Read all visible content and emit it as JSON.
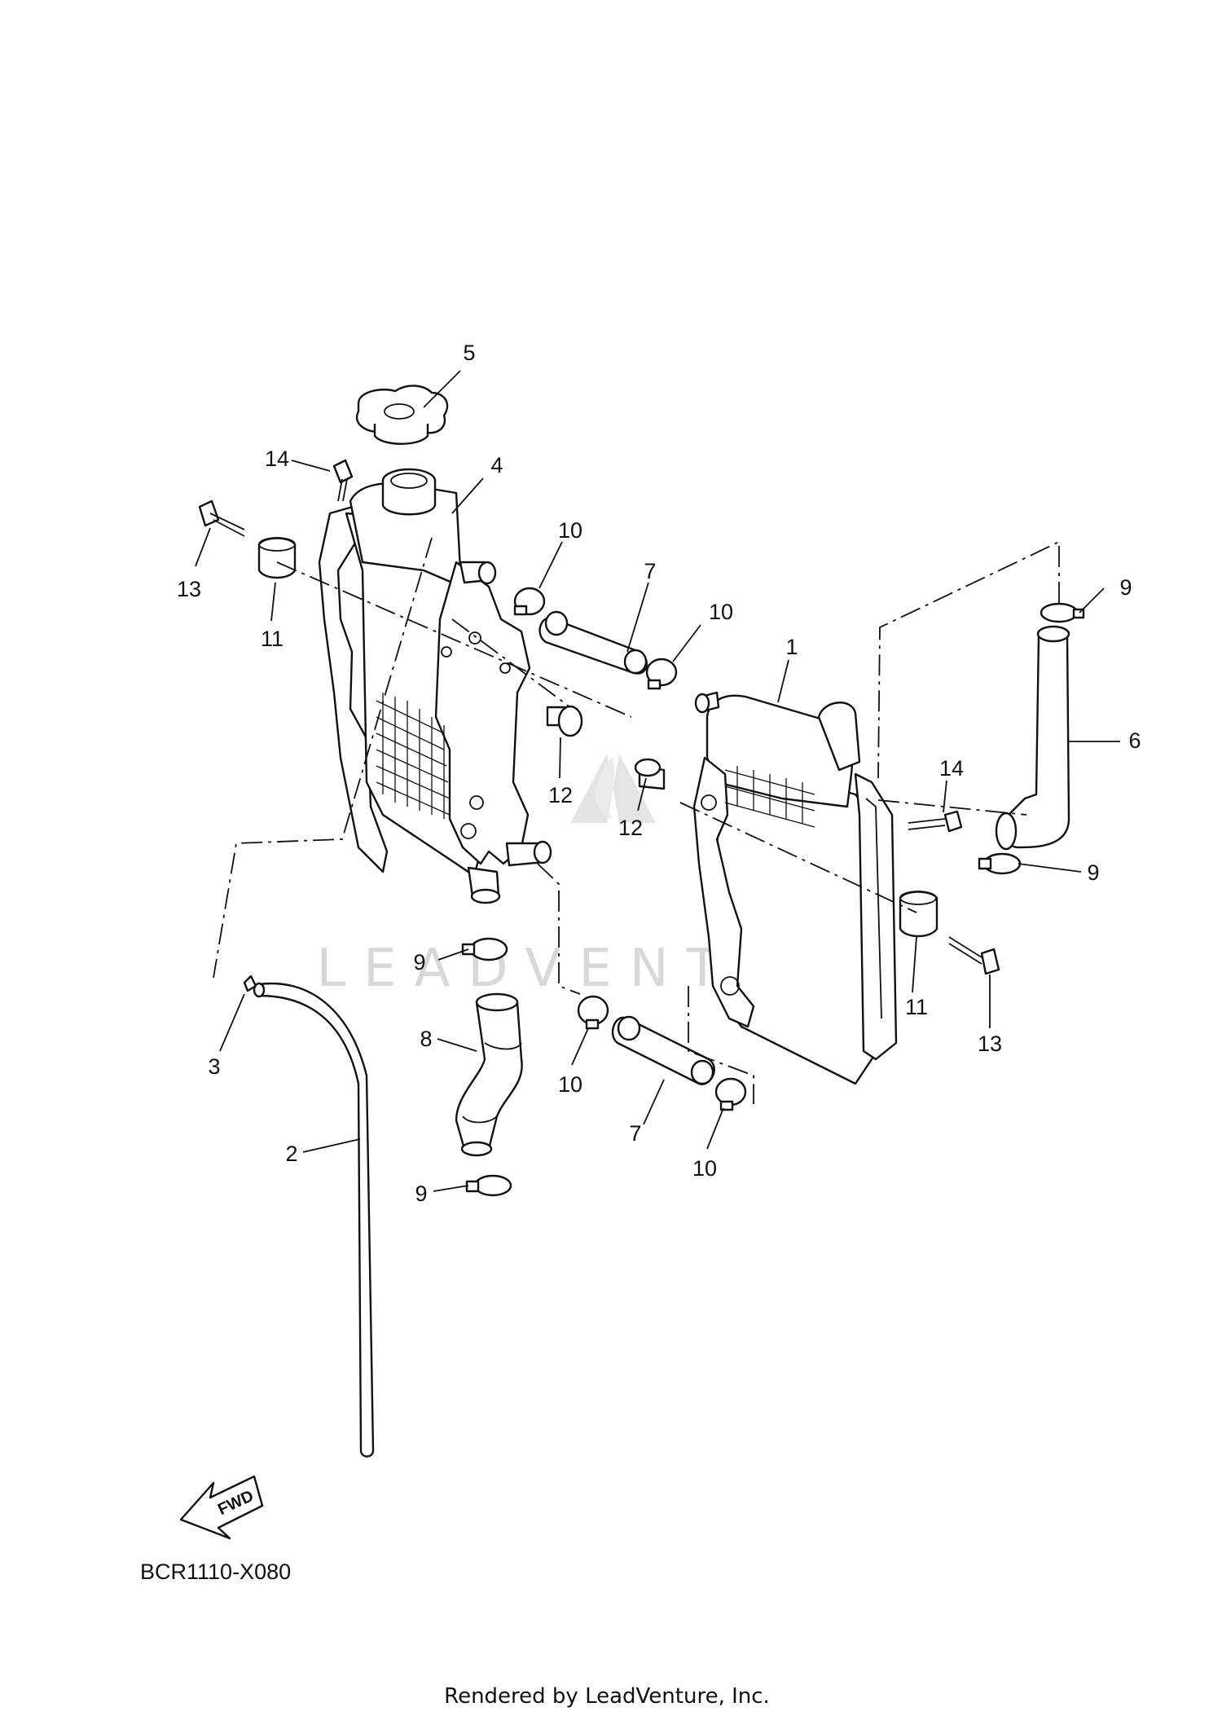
{
  "diagram": {
    "code": "BCR1110-X080",
    "footer": "Rendered by LeadVenture, Inc.",
    "watermark": "LEADVENTURE",
    "fwd_label": "FWD",
    "callouts": [
      {
        "id": "c5",
        "text": "5"
      },
      {
        "id": "c14a",
        "text": "14"
      },
      {
        "id": "c4",
        "text": "4"
      },
      {
        "id": "c13a",
        "text": "13"
      },
      {
        "id": "c11a",
        "text": "11"
      },
      {
        "id": "c10a",
        "text": "10"
      },
      {
        "id": "c7a",
        "text": "7"
      },
      {
        "id": "c10b",
        "text": "10"
      },
      {
        "id": "c1",
        "text": "1"
      },
      {
        "id": "c9a",
        "text": "9"
      },
      {
        "id": "c6",
        "text": "6"
      },
      {
        "id": "c14b",
        "text": "14"
      },
      {
        "id": "c12a",
        "text": "12"
      },
      {
        "id": "c12b",
        "text": "12"
      },
      {
        "id": "c9b",
        "text": "9"
      },
      {
        "id": "c9c",
        "text": "9"
      },
      {
        "id": "c8",
        "text": "8"
      },
      {
        "id": "c3",
        "text": "3"
      },
      {
        "id": "c10c",
        "text": "10"
      },
      {
        "id": "c7b",
        "text": "7"
      },
      {
        "id": "c11b",
        "text": "11"
      },
      {
        "id": "c13b",
        "text": "13"
      },
      {
        "id": "c10d",
        "text": "10"
      },
      {
        "id": "c2",
        "text": "2"
      },
      {
        "id": "c9d",
        "text": "9"
      }
    ]
  }
}
